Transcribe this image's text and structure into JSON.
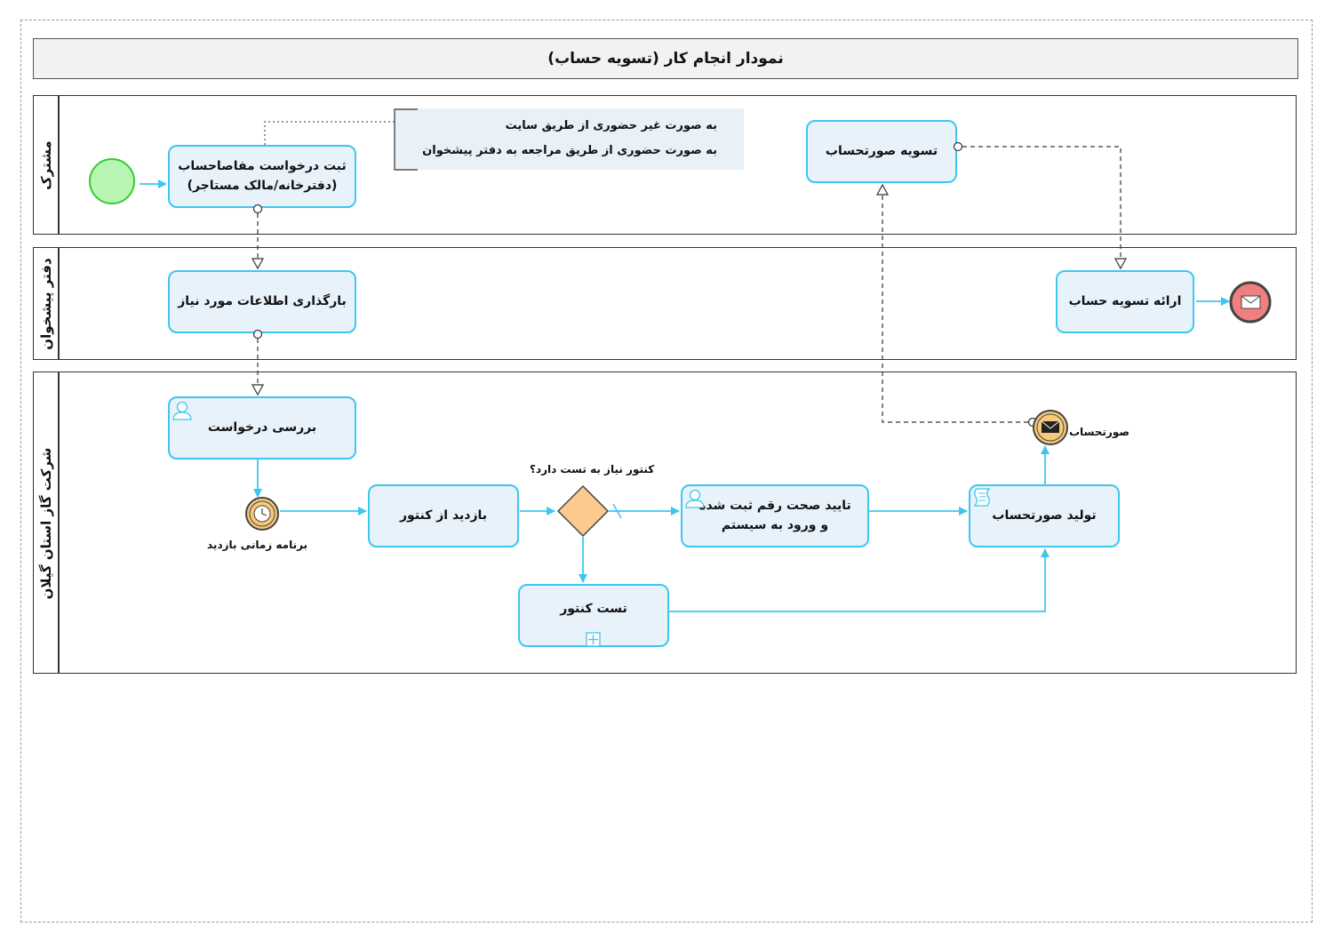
{
  "diagram": {
    "title": "نمودار انجام کار (تسویه حساب)",
    "lanes": [
      {
        "id": "customer",
        "label": "مشترک"
      },
      {
        "id": "office",
        "label": "دفتر پیشخوان"
      },
      {
        "id": "company",
        "label": "شرکت گاز استان گیلان"
      }
    ],
    "tasks": {
      "submit_request": {
        "line1": "ثبت درخواست مفاصاحساب",
        "line2": "(دفترخانه/مالک مستاجر)"
      },
      "settle_invoice": {
        "line1": "تسویه صورتحساب"
      },
      "upload_info": {
        "line1": "بارگذاری اطلاعات مورد نیاز"
      },
      "present_settlement": {
        "line1": "ارائه تسویه حساب"
      },
      "review_request": {
        "line1": "بررسی درخواست"
      },
      "visit_meter": {
        "line1": "بازدید از کنتور"
      },
      "confirm_reading": {
        "line1": "تایید صحت رقم ثبت شده",
        "line2": "و ورود به سیستم"
      },
      "generate_invoice": {
        "line1": "تولید صورتحساب"
      },
      "test_meter": {
        "line1": "تست کنتور"
      }
    },
    "annotation": {
      "line1": "به صورت غیر حضوری از طریق سایت",
      "line2": "به صورت حضوری از طریق مراجعه به دفتر پیشخوان"
    },
    "events": {
      "timer_label": "برنامه زمانی بازدید",
      "message_label": "صورتحساب"
    },
    "gateway": {
      "label": "کنتور نیاز به تست دارد؟"
    },
    "colors": {
      "task_border": "#3fc6ee",
      "task_fill": "#e8f2fb",
      "start_fill": "#b9f5b2",
      "start_stroke": "#33cc33",
      "end_fill": "#f08080",
      "gateway_fill": "#fcc98e",
      "intermediate_fill": "#f9c97a",
      "sequence_flow": "#3fc6ee"
    }
  }
}
